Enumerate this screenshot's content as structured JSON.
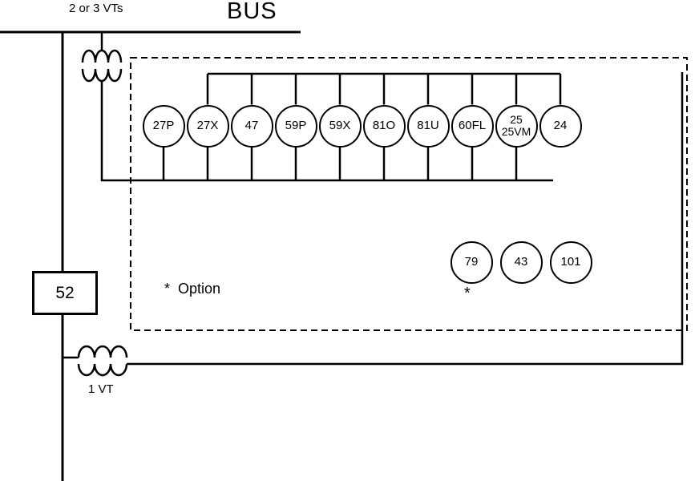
{
  "diagram": {
    "labels": {
      "bus": "BUS",
      "top_vt": "2 or 3 VTs",
      "breaker": "52",
      "bottom_vt": "1 VT",
      "option_note": "*  Option",
      "row2_asterisk": "*"
    },
    "relay_row1": [
      {
        "label": "27P"
      },
      {
        "label": "27X"
      },
      {
        "label": "47"
      },
      {
        "label": "59P"
      },
      {
        "label": "59X"
      },
      {
        "label": "81O"
      },
      {
        "label": "81U"
      },
      {
        "label": "60FL"
      },
      {
        "label": "25",
        "label2": "25VM"
      },
      {
        "label": "24"
      }
    ],
    "relay_row2": [
      {
        "label": "79"
      },
      {
        "label": "43"
      },
      {
        "label": "101"
      }
    ],
    "colors": {
      "line": "#000000",
      "background": "#ffffff"
    }
  }
}
